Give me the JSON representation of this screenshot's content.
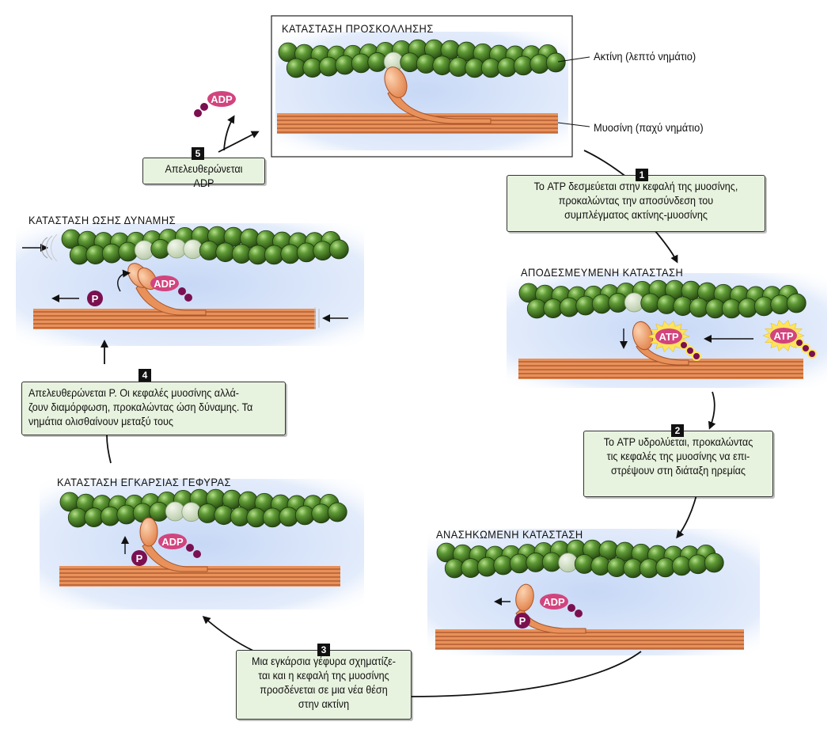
{
  "states": {
    "attached": "ΚΑΤΑΣΤΑΣΗ ΠΡΟΣΚΟΛΛΗΣΗΣ",
    "released": "ΑΠΟΔΕΣΜΕΥΜΕΝΗ ΚΑΤΑΣΤΑΣΗ",
    "cocked": "ΑΝΑΣΗΚΩΜΕΝΗ ΚΑΤΑΣΤΑΣΗ",
    "crossbridge": "ΚΑΤΑΣΤΑΣΗ ΕΓΚΑΡΣΙΑΣ ΓΕΦΥΡΑΣ",
    "powerstroke": "ΚΑΤΑΣΤΑΣΗ ΩΣΗΣ ΔΥΝΑΜΗΣ"
  },
  "labels": {
    "actin": "Ακτίνη (λεπτό νημάτιο)",
    "myosin": "Μυοσίνη (παχύ νημάτιο)"
  },
  "molecules": {
    "atp": "ATP",
    "adp": "ADP",
    "p": "P"
  },
  "steps": [
    {
      "number": "1",
      "text": "Το ATP δεσμεύεται στην κεφαλή της μυοσίνης, προκαλώντας την αποσύνδεση του συμπλέγματος ακτίνης-μυοσίνης"
    },
    {
      "number": "2",
      "text": "Το ATP υδρολύεται, προκαλώντας τις κεφαλές της μυοσίνης να επι-στρέψουν στη διάταξη ηρεμίας"
    },
    {
      "number": "3",
      "text": "Μια εγκάρσια γέφυρα σχηματίζε-ται και η κεφαλή της μυοσίνης προσδένεται σε μια νέα θέση στην ακτίνη"
    },
    {
      "number": "4",
      "text": "Απελευθερώνεται P. Οι κεφαλές μυοσίνης αλλά-ζουν διαμόρφωση, προκαλώντας ώση δύναμης. Τα νημάτια ολισθαίνουν μεταξύ τους"
    },
    {
      "number": "5",
      "text": "Απελευθερώνεται ADP"
    }
  ],
  "colors": {
    "actin": "#4e8a2c",
    "actin_dark": "#264d14",
    "myosin": "#e8915a",
    "myosin_dark": "#a8542a",
    "panel": "#dde8f8",
    "badge": "#d2447e",
    "phosphate": "#7a1050",
    "stepbox": "#e8f3df"
  }
}
